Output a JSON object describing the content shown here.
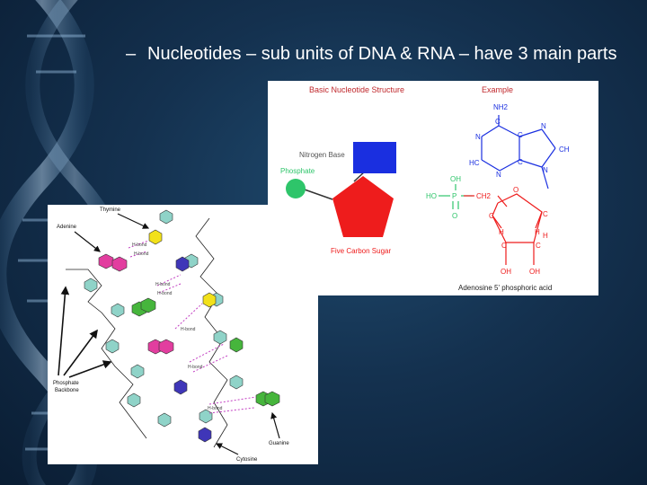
{
  "slide": {
    "bullet_dash": "–",
    "bullet_text": "Nucleotides – sub units of DNA & RNA – have 3 main parts"
  },
  "nucleotide_diagram": {
    "title_left": "Basic Nucleotide Structure",
    "title_right": "Example",
    "label_base": "Nitrogen Base",
    "label_phosphate": "Phosphate",
    "label_sugar": "Five Carbon Sugar",
    "caption": "Adenosine 5' phosphoric acid",
    "colors": {
      "base": "#1a2fe0",
      "phosphate": "#2ec56a",
      "sugar": "#ee1c1c",
      "title": "#c0282c",
      "label": "#555555"
    },
    "atoms": {
      "nh2": "NH2",
      "n": "N",
      "c": "C",
      "hc": "HC",
      "ch": "CH",
      "oh": "OH",
      "ho": "HO",
      "p": "P",
      "o": "O",
      "ch2": "CH2",
      "h": "H"
    }
  },
  "dna_diagram": {
    "label_thymine": "Thymine",
    "label_adenine": "Adenine",
    "label_backbone_1": "Phosphate",
    "label_backbone_2": "Backbone",
    "label_guanine": "Guanine",
    "label_cytosine": "Cytosine",
    "hbond": "H-bond",
    "colors": {
      "thymine": "#f2e11a",
      "adenine": "#e23e9f",
      "guanine": "#46b53c",
      "cytosine": "#3f36b8",
      "sugar": "#8fd3c8"
    }
  }
}
